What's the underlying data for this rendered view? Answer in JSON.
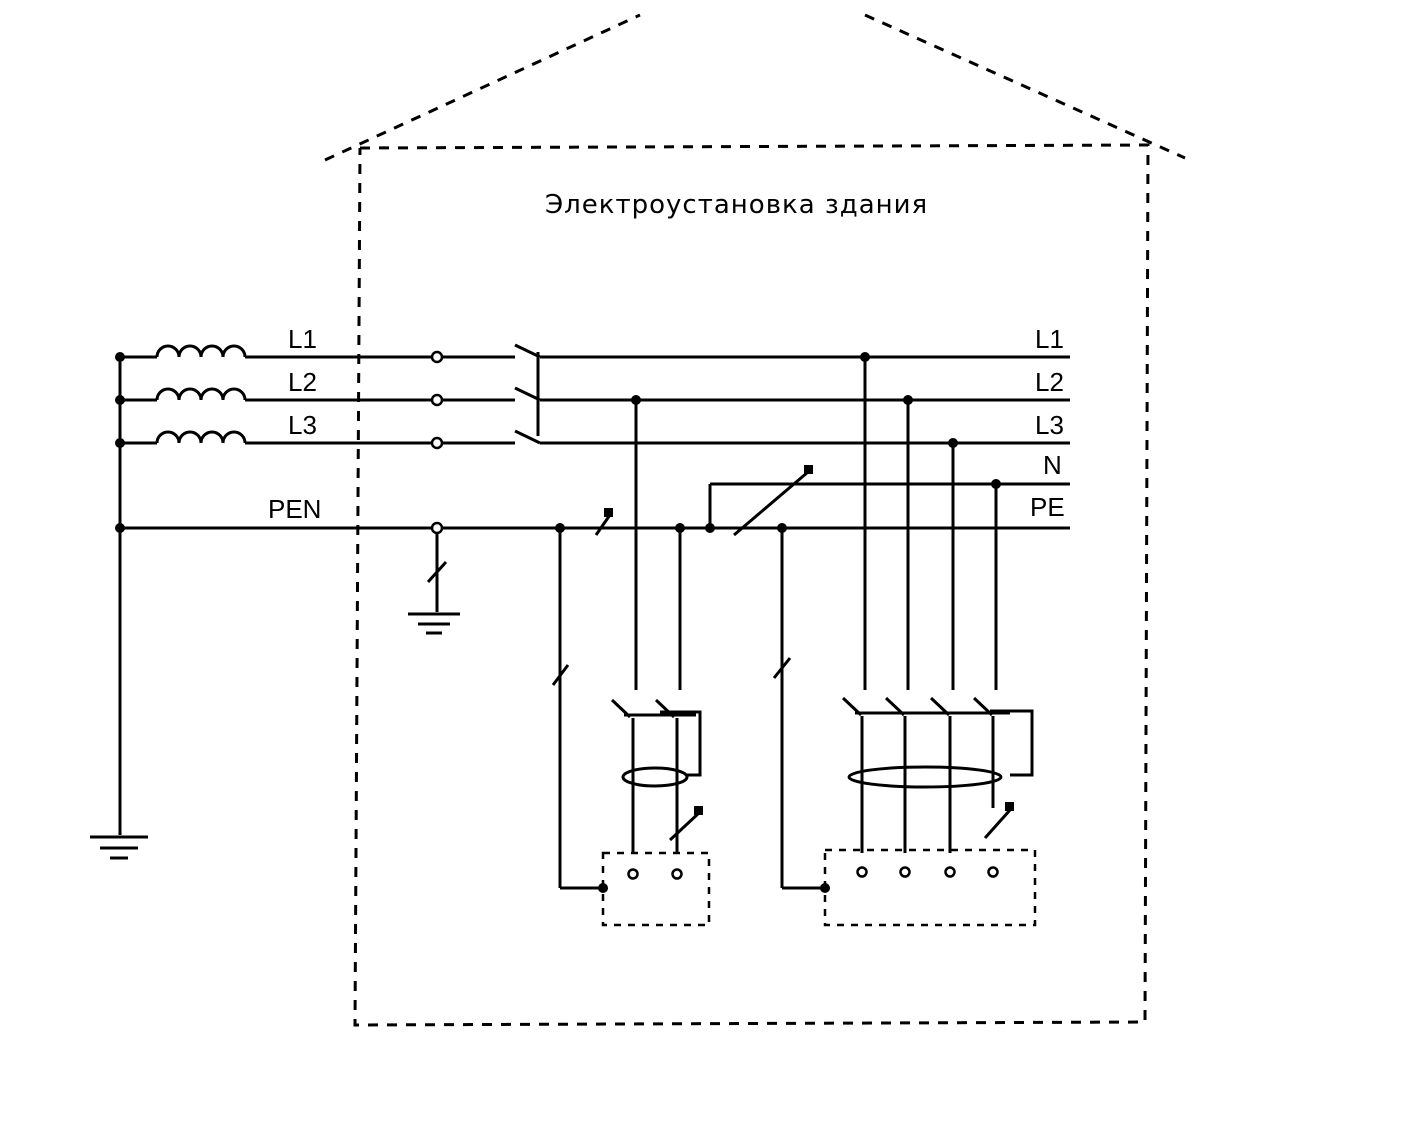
{
  "diagram": {
    "title": "Электроустановка здания",
    "source_labels": {
      "l1": "L1",
      "l2": "L2",
      "l3": "L3",
      "pen": "PEN"
    },
    "bus_labels": {
      "l1": "L1",
      "l2": "L2",
      "l3": "L3",
      "n": "N",
      "pe": "PE"
    }
  }
}
